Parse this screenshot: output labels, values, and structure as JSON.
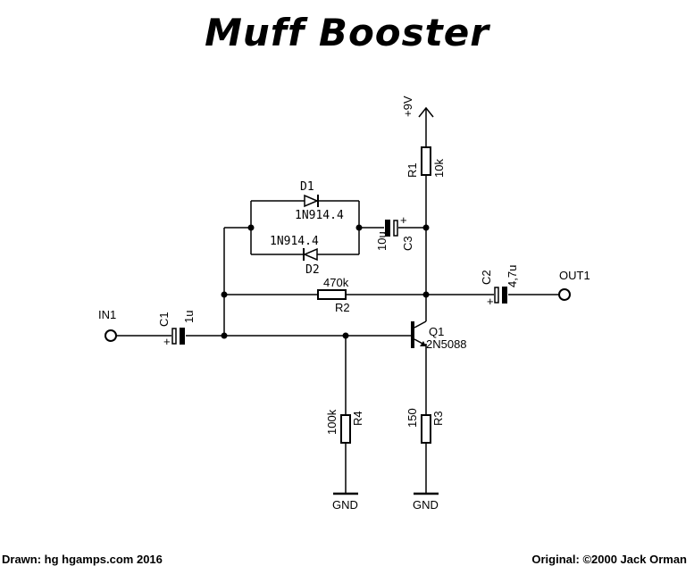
{
  "title": "Muff Booster",
  "footer": {
    "left": "Drawn: hg  hgamps.com 2016",
    "right": "Original: ©2000 Jack Orman"
  },
  "power": {
    "label": "+9V"
  },
  "components": {
    "R1": {
      "ref": "R1",
      "value": "10k"
    },
    "R2": {
      "ref": "R2",
      "value": "470k"
    },
    "R3": {
      "ref": "R3",
      "value": "150"
    },
    "R4": {
      "ref": "R4",
      "value": "100k"
    },
    "C1": {
      "ref": "C1",
      "value": "1u",
      "polarity": "+"
    },
    "C2": {
      "ref": "C2",
      "value": "4,7u",
      "polarity": "+"
    },
    "C3": {
      "ref": "C3",
      "value": "10u",
      "polarity": "+"
    },
    "D1": {
      "ref": "D1",
      "value": "1N914.4"
    },
    "D2": {
      "ref": "D2",
      "value": "1N914.4"
    },
    "Q1": {
      "ref": "Q1",
      "value": "2N5088"
    }
  },
  "ports": {
    "in": "IN1",
    "out": "OUT1",
    "gnd1": "GND",
    "gnd2": "GND"
  }
}
